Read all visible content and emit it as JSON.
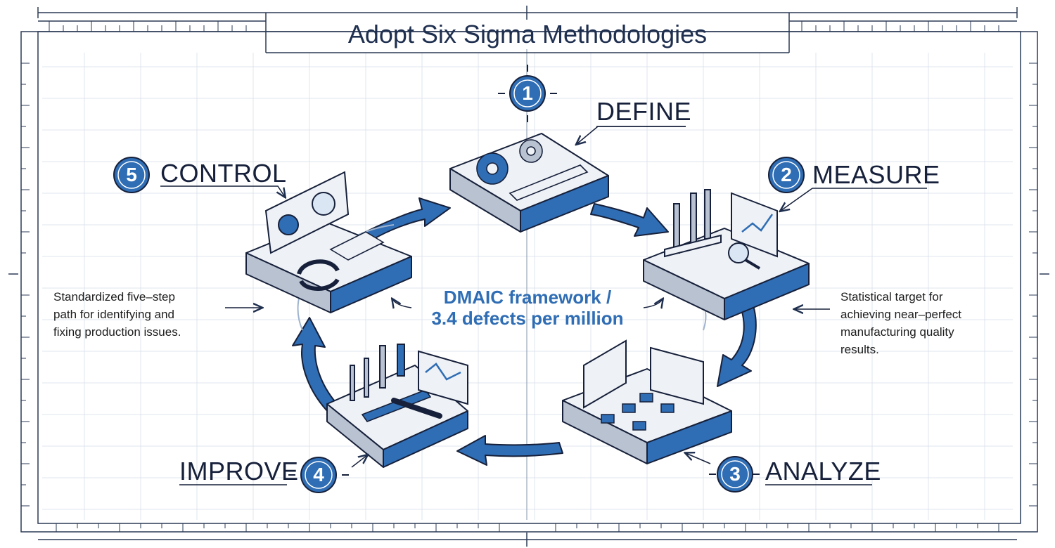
{
  "title": "Adopt Six Sigma Methodologies",
  "center": {
    "line1": "DMAIC framework /",
    "line2": "3.4 defects per million"
  },
  "steps": [
    {
      "number": "1",
      "label": "DEFINE"
    },
    {
      "number": "2",
      "label": "MEASURE"
    },
    {
      "number": "3",
      "label": "ANALYZE"
    },
    {
      "number": "4",
      "label": "IMPROVE"
    },
    {
      "number": "5",
      "label": "CONTROL"
    }
  ],
  "notes": {
    "left": [
      "Standardized five–step",
      "path for identifying and",
      "fixing production issues."
    ],
    "right": [
      "Statistical target for",
      "achieving near–perfect",
      "manufacturing quality",
      "results."
    ]
  },
  "colors": {
    "accent": "#2f6db4",
    "ink": "#1f2f4f",
    "grid": "#d4dbe6",
    "platform_top": "#eef1f6",
    "platform_side": "#b9c2d0"
  }
}
